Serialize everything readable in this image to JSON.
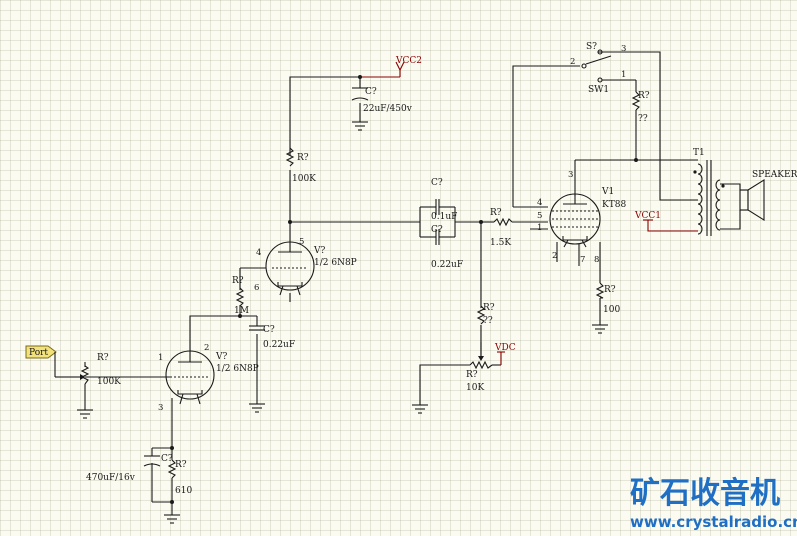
{
  "labels": {
    "vcc2": "VCC2",
    "vcc1": "VCC1",
    "vdc": "VDC",
    "port": "Port",
    "c_ref": "C?",
    "r_ref": "R?",
    "v_ref": "V?",
    "s_ref": "S?",
    "c1_val": "22uF/450v",
    "r_100k_top": "100K",
    "c_01": "0.1uF",
    "c_022_mid": "0.22uF",
    "r_15k": "1.5K",
    "v1_ref": "V1",
    "v1_type": "KT88",
    "tube_type": "1/2 6N8P",
    "r_1m": "1M",
    "c_022_low": "0.22uF",
    "r_100k_in": "100K",
    "r_qq": "??",
    "r_10k": "10K",
    "r_100": "100",
    "c_470": "470uF/16v",
    "r_610": "610",
    "sw1": "SW1",
    "t1": "T1",
    "speaker": "SPEAKER",
    "pin_1": "1",
    "pin_2": "2",
    "pin_3": "3",
    "pin_4": "4",
    "pin_5": "5",
    "pin_6": "6",
    "pin_7": "7",
    "pin_8": "8",
    "brand": "矿石收音机",
    "url": "www.crystalradio.cn"
  }
}
